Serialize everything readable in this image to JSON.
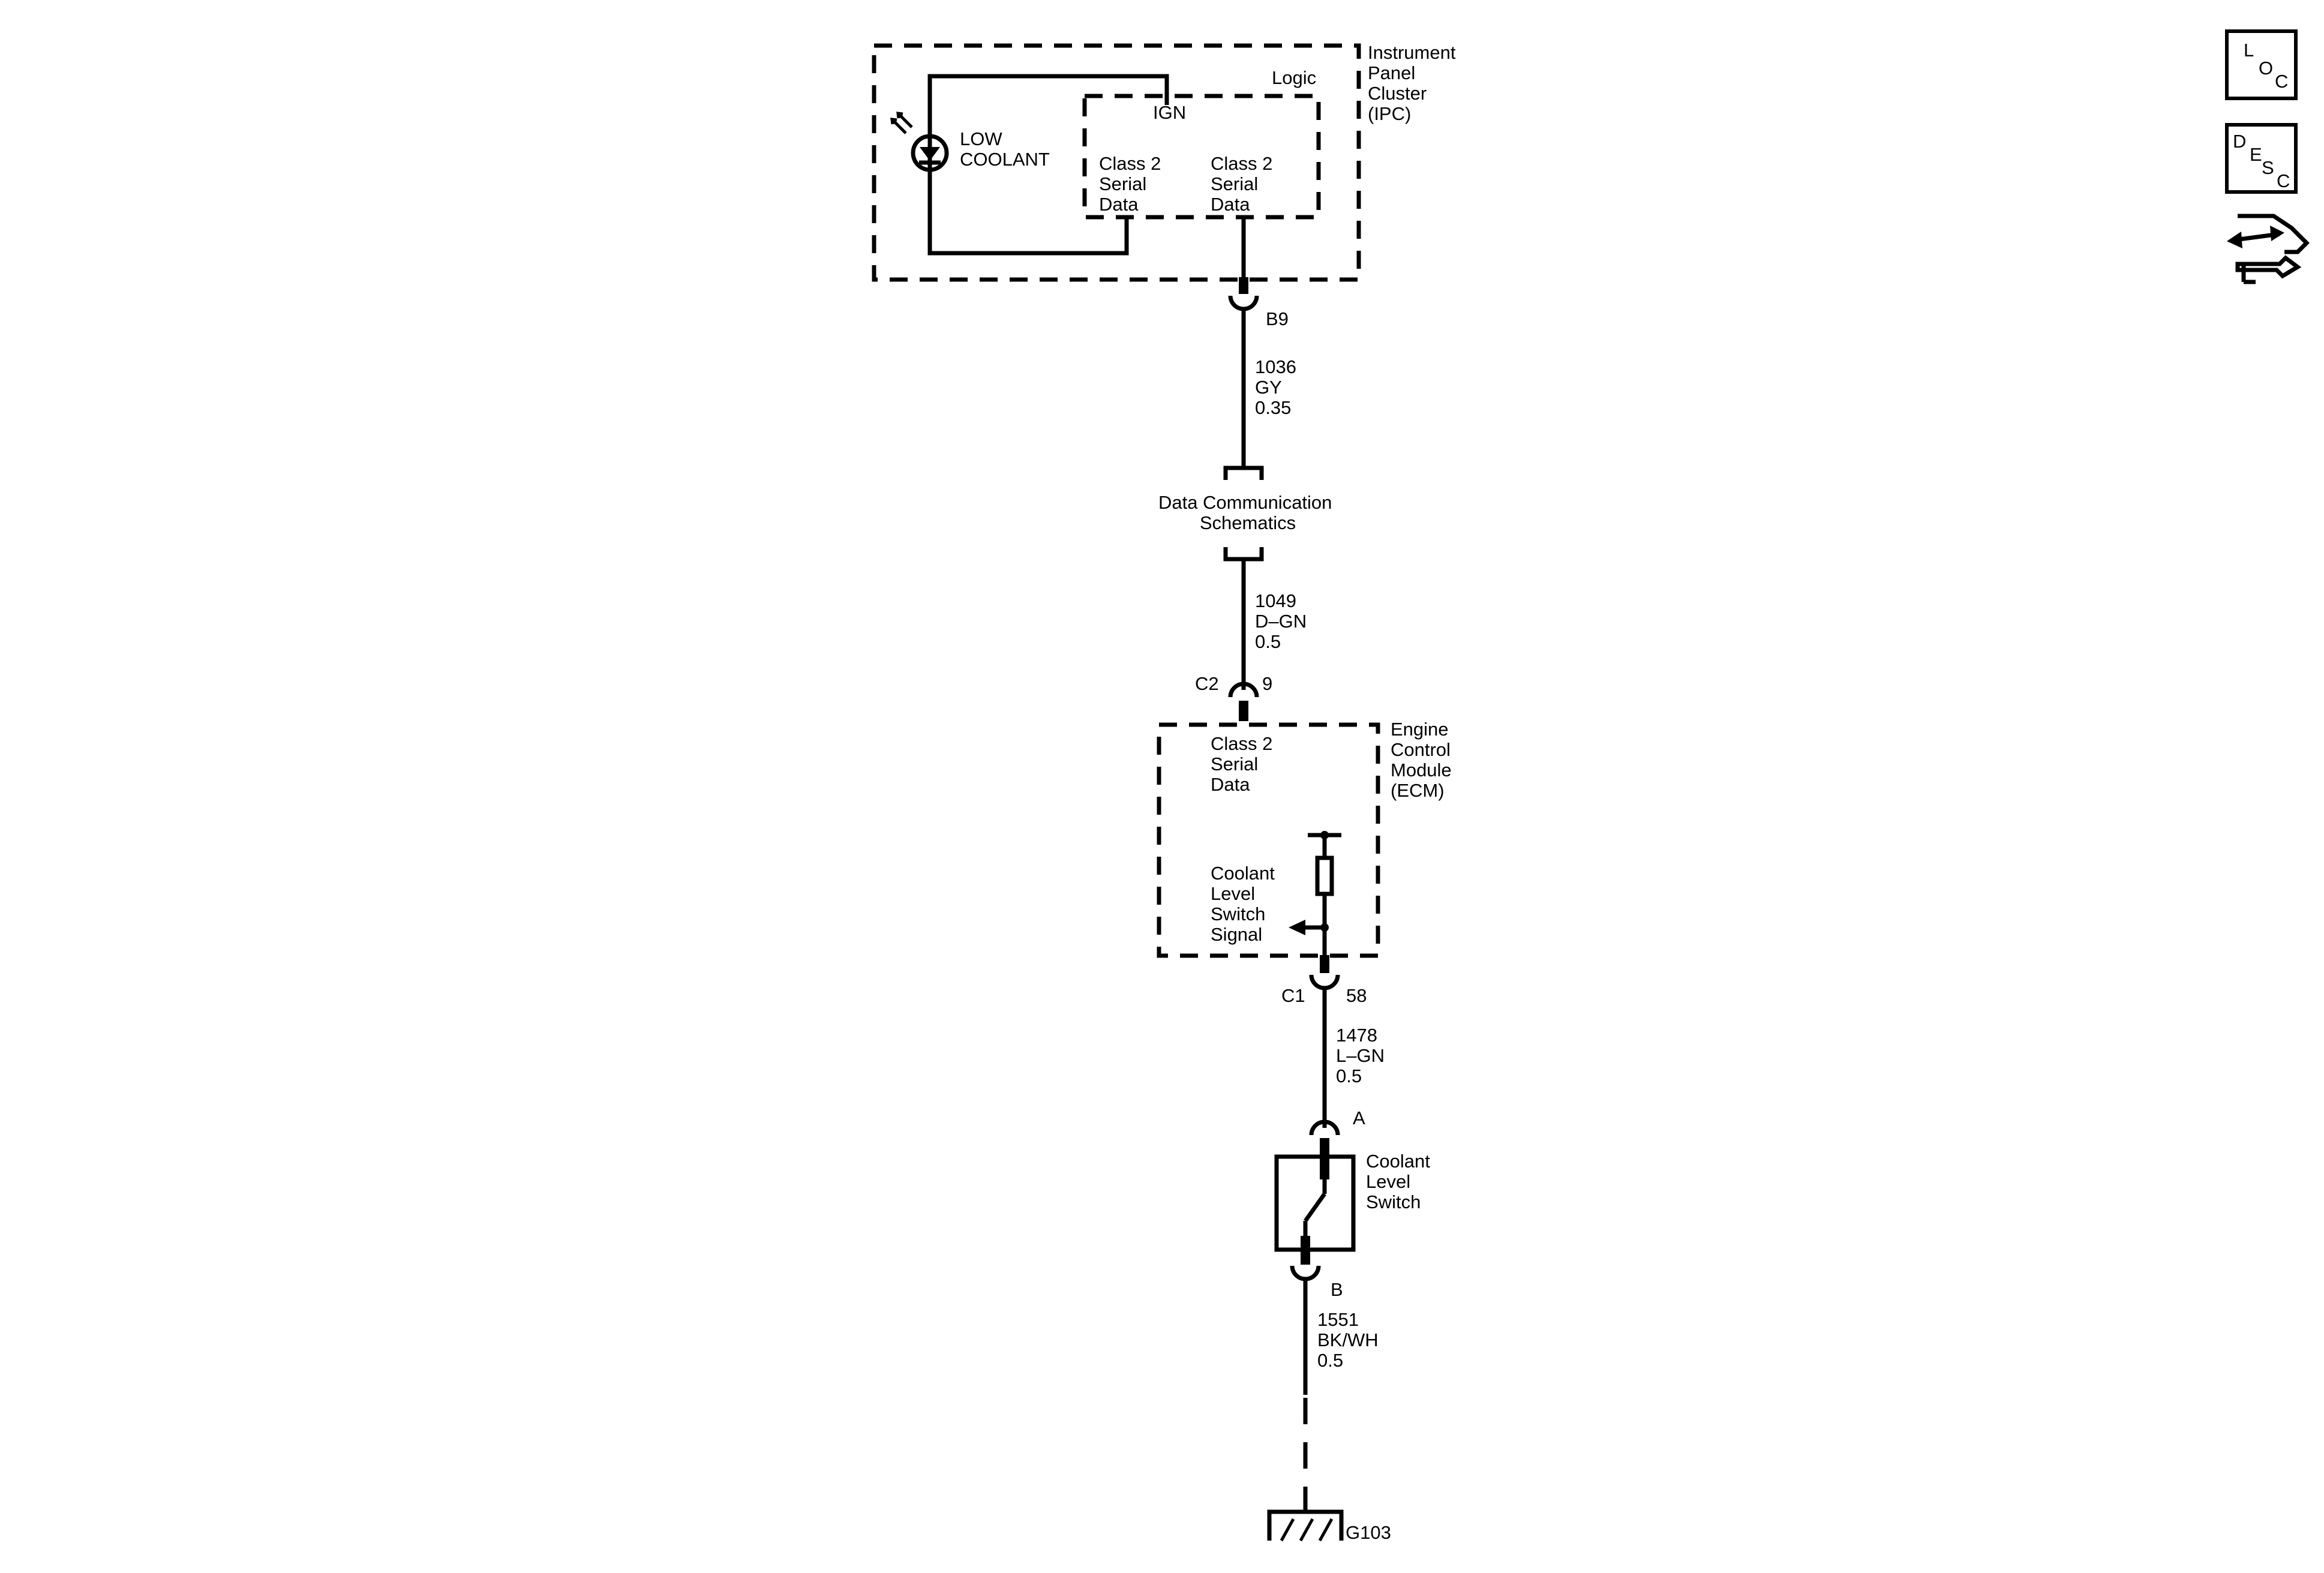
{
  "ipc": {
    "name_lines": [
      "Instrument",
      "Panel",
      "Cluster",
      "(IPC)"
    ],
    "logic_label": "Logic",
    "ign_label": "IGN",
    "lamp_lines": [
      "LOW",
      "COOLANT"
    ],
    "serial_left_lines": [
      "Class 2",
      "Serial",
      "Data"
    ],
    "serial_right_lines": [
      "Class 2",
      "Serial",
      "Data"
    ],
    "connector_pin": "B9"
  },
  "wire_1036": {
    "lines": [
      "1036",
      "GY",
      "0.35"
    ]
  },
  "data_comm": {
    "lines": [
      "Data Communication",
      "Schematics"
    ]
  },
  "wire_1049": {
    "lines": [
      "1049",
      "D–GN",
      "0.5"
    ]
  },
  "ecm": {
    "name_lines": [
      "Engine",
      "Control",
      "Module",
      "(ECM)"
    ],
    "serial_lines": [
      "Class 2",
      "Serial",
      "Data"
    ],
    "switch_signal_lines": [
      "Coolant",
      "Level",
      "Switch",
      "Signal"
    ],
    "c2_connector": "C2",
    "c2_pin": "9",
    "c1_connector": "C1",
    "c1_pin": "58"
  },
  "wire_1478": {
    "lines": [
      "1478",
      "L–GN",
      "0.5"
    ]
  },
  "switch": {
    "pin_top": "A",
    "name_lines": [
      "Coolant",
      "Level",
      "Switch"
    ],
    "pin_bottom": "B"
  },
  "wire_1551": {
    "lines": [
      "1551",
      "BK/WH",
      "0.5"
    ]
  },
  "ground": {
    "label": "G103"
  },
  "side_icons": {
    "loc": {
      "chars": [
        "L",
        "O",
        "C"
      ],
      "icon": "loc-icon"
    },
    "desc": {
      "chars": [
        "D",
        "E",
        "S",
        "C"
      ],
      "icon": "desc-icon"
    },
    "tool": {
      "icon": "wrench-arrow-icon"
    }
  }
}
